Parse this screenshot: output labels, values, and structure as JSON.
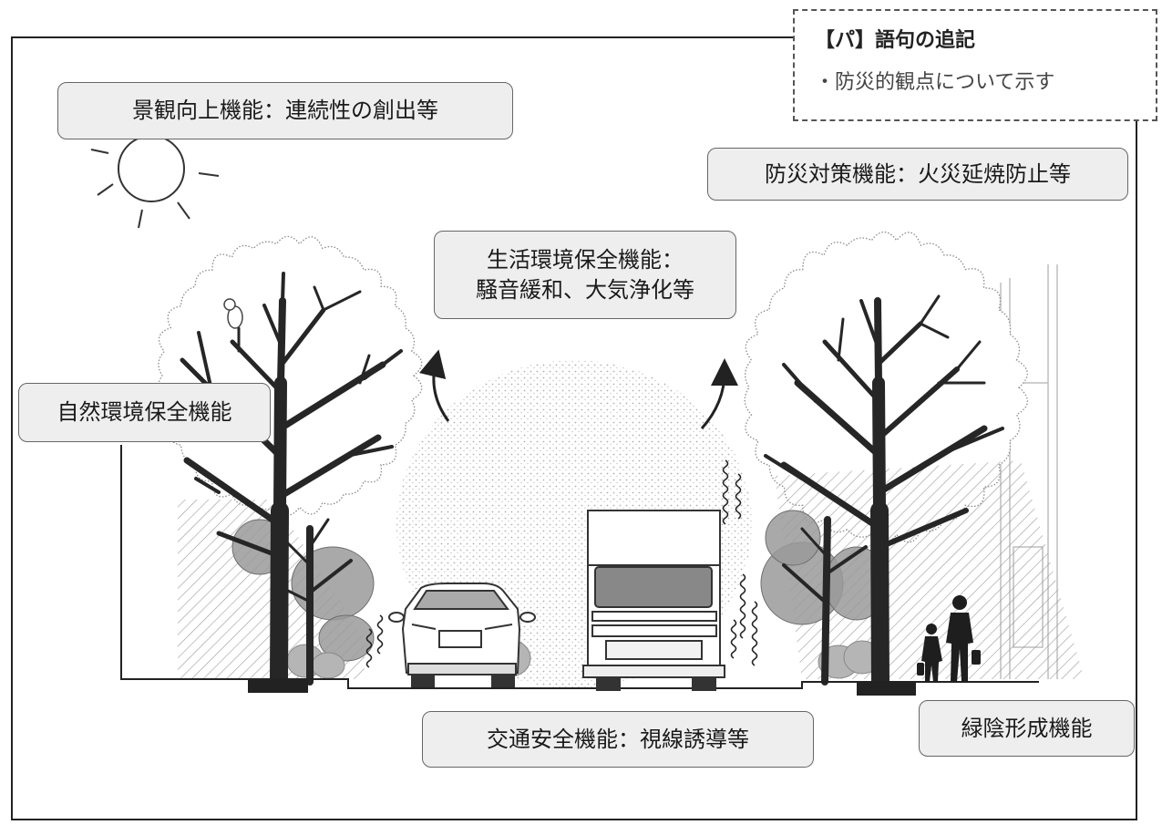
{
  "note_box": {
    "title": "【パ】語句の追記",
    "item": "・防災的観点について示す"
  },
  "labels": {
    "landscape": "景観向上機能：連続性の創出等",
    "disaster": "防災対策機能：火災延焼防止等",
    "living_line1": "生活環境保全機能：",
    "living_line2": "騒音緩和、大気浄化等",
    "natural": "自然環境保全機能",
    "traffic": "交通安全機能：視線誘導等",
    "shade": "緑陰形成機能"
  },
  "icons": [
    "sun-icon",
    "bird-icon",
    "tree-icon",
    "car-icon",
    "truck-icon",
    "pedestrian-icon",
    "arrow-up-icon",
    "sound-wave-icon"
  ],
  "colors": {
    "label_background": "#eeeeee",
    "label_border": "#666666",
    "ink": "#222222",
    "foliage_gray": "#9a9a9a"
  }
}
